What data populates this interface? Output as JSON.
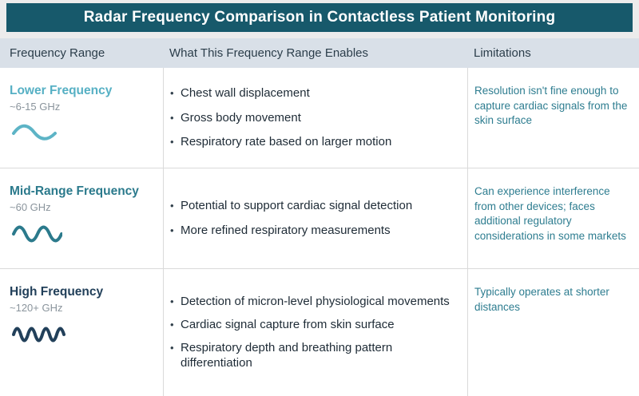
{
  "title": "Radar Frequency Comparison in Contactless Patient Monitoring",
  "colors": {
    "title_bar_bg": "#17596b",
    "header_row_bg": "#d9e0e8",
    "low_frequency_accent": "#56b0c4",
    "mid_frequency_accent": "#2b7a8c",
    "high_frequency_accent": "#22405a",
    "limitations_text": "#2e7d90"
  },
  "table": {
    "columns": [
      {
        "label": "Frequency Range"
      },
      {
        "label": "What This Frequency Range Enables"
      },
      {
        "label": "Limitations"
      }
    ],
    "rows": [
      {
        "name": "Lower Frequency",
        "range": "~6-15 GHz",
        "icon": "low-frequency-wave-icon",
        "enables": [
          "Chest wall displacement",
          "Gross body movement",
          "Respiratory rate based on larger motion"
        ],
        "limitations": "Resolution isn't fine enough to capture cardiac signals from the skin surface"
      },
      {
        "name": "Mid-Range Frequency",
        "range": "~60 GHz",
        "icon": "mid-frequency-wave-icon",
        "enables": [
          "Potential to support cardiac signal detection",
          "More refined respiratory measurements"
        ],
        "limitations": "Can experience interference from other devices; faces additional regulatory considerations in some markets"
      },
      {
        "name": "High Frequency",
        "range": "~120+ GHz",
        "icon": "high-frequency-wave-icon",
        "enables": [
          "Detection of micron-level physiological movements",
          "Cardiac signal capture from skin surface",
          "Respiratory depth and breathing pattern differentiation"
        ],
        "limitations": "Typically operates at shorter distances"
      }
    ]
  }
}
